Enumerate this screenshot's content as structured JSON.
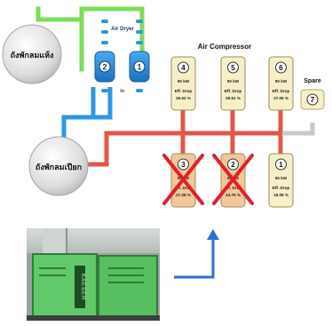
{
  "tanks": {
    "dry": "ถังพักลมแห้ง",
    "wet": "ถังพักลมเปียก"
  },
  "dryer": {
    "title": "Air Dryer",
    "left_number": "2",
    "right_number": "1",
    "bottom_label": "Air"
  },
  "section_title": "Air Compressor",
  "spare": {
    "label": "Spare",
    "number": "7"
  },
  "compressors": [
    {
      "number": "4",
      "power": "90 kW",
      "label": "Eff. Drop",
      "value": "25.63 %",
      "status": "active"
    },
    {
      "number": "5",
      "power": "90 kW",
      "label": "Eff. Drop",
      "value": "29.61 %",
      "status": "active"
    },
    {
      "number": "6",
      "power": "90 kW",
      "label": "Eff. Drop",
      "value": "27.09 %",
      "status": "active"
    },
    {
      "number": "3",
      "power": "90 kW",
      "label": "Eff. Drop",
      "value": "27.28 %",
      "status": "removed"
    },
    {
      "number": "2",
      "power": "90 kW",
      "label": "Eff. Drop",
      "value": "24.75 %",
      "status": "removed"
    },
    {
      "number": "1",
      "power": "90 kW",
      "label": "Eff. Drop",
      "value": "18.08 %",
      "status": "active"
    }
  ],
  "photo": {
    "brand_text": "KAESER"
  },
  "colors": {
    "dry_pipe": "#7ddc58",
    "air_pipe": "#2e97e0",
    "wet_pipe": "#e0584a",
    "spare_pipe": "#c9c9c9",
    "unit_active": "#f6efc8",
    "unit_removed": "#f2c79a",
    "cross": "#e0202a",
    "arrow": "#2e6fd0"
  }
}
